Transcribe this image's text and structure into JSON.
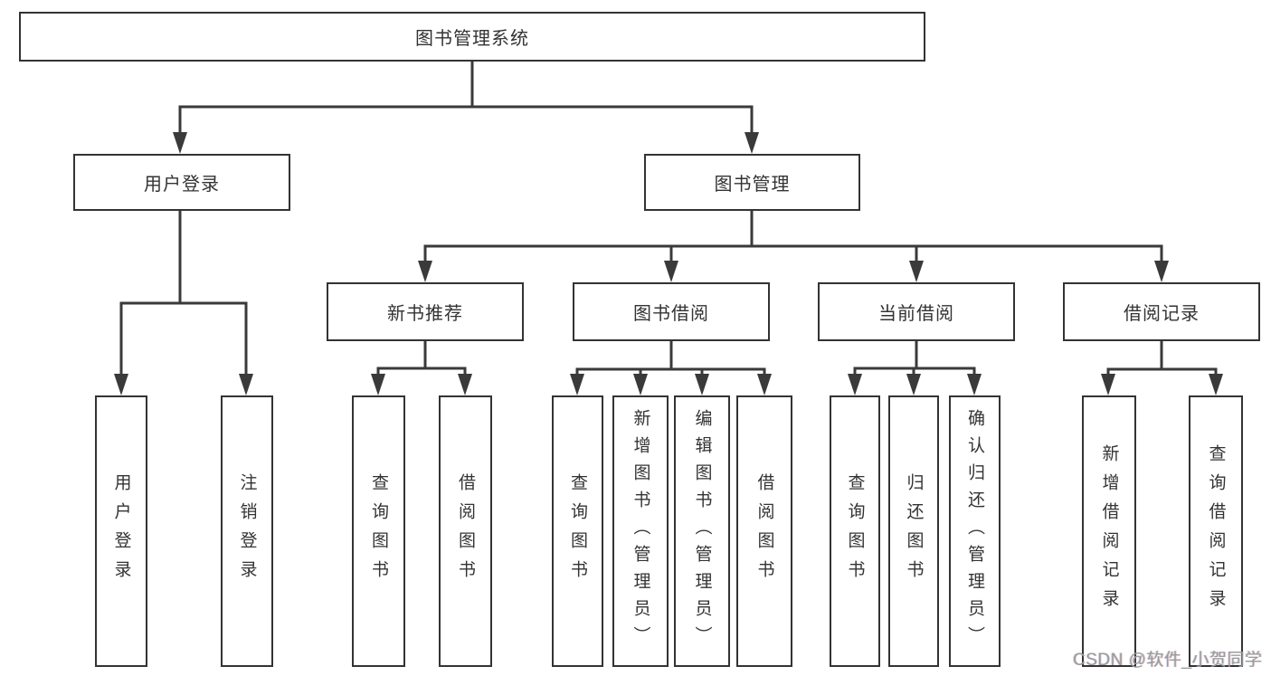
{
  "diagram": {
    "title": "图书管理系统",
    "root": {
      "label": "图书管理系统"
    },
    "branches": [
      {
        "label": "用户登录",
        "children": [
          {
            "label": "用户登录"
          },
          {
            "label": "注销登录"
          }
        ]
      },
      {
        "label": "图书管理",
        "children": [
          {
            "label": "新书推荐",
            "children": [
              {
                "label": "查询图书"
              },
              {
                "label": "借阅图书"
              }
            ]
          },
          {
            "label": "图书借阅",
            "children": [
              {
                "label": "查询图书"
              },
              {
                "label": "新增图书（管理员）"
              },
              {
                "label": "编辑图书（管理员）"
              },
              {
                "label": "借阅图书"
              }
            ]
          },
          {
            "label": "当前借阅",
            "children": [
              {
                "label": "查询图书"
              },
              {
                "label": "归还图书"
              },
              {
                "label": "确认归还（管理员）"
              }
            ]
          },
          {
            "label": "借阅记录",
            "children": [
              {
                "label": "新增借阅记录"
              },
              {
                "label": "查询借阅记录"
              }
            ]
          }
        ]
      }
    ]
  },
  "watermark": {
    "text": "CSDN @软件_小贺同学"
  },
  "colors": {
    "line": "#3a3a3a",
    "box_border": "#333333",
    "text": "#333333",
    "watermark": "#9a9a9a",
    "background": "#ffffff"
  }
}
